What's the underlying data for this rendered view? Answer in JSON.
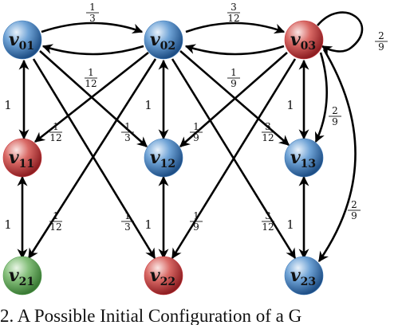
{
  "nodes": [
    {
      "id": "v01",
      "label": "v",
      "sub": "01",
      "color": "#3b77b6"
    },
    {
      "id": "v02",
      "label": "v",
      "sub": "02",
      "color": "#3b77b6"
    },
    {
      "id": "v03",
      "label": "v",
      "sub": "03",
      "color": "#c8353a"
    },
    {
      "id": "v11",
      "label": "v",
      "sub": "11",
      "color": "#c8353a"
    },
    {
      "id": "v12",
      "label": "v",
      "sub": "12",
      "color": "#3b77b6"
    },
    {
      "id": "v13",
      "label": "v",
      "sub": "13",
      "color": "#3b77b6"
    },
    {
      "id": "v21",
      "label": "v",
      "sub": "21",
      "color": "#4f9a4a"
    },
    {
      "id": "v22",
      "label": "v",
      "sub": "22",
      "color": "#c8353a"
    },
    {
      "id": "v23",
      "label": "v",
      "sub": "23",
      "color": "#3b77b6"
    }
  ],
  "edge_labels": [
    {
      "id": "l-01-02",
      "num": "1",
      "den": "3"
    },
    {
      "id": "l-02-03",
      "num": "3",
      "den": "12"
    },
    {
      "id": "l-03-loop",
      "num": "2",
      "den": "9"
    },
    {
      "id": "l-02-11",
      "num": "1",
      "den": "12"
    },
    {
      "id": "l-03-12",
      "num": "1",
      "den": "9"
    },
    {
      "id": "l-01-11",
      "num": "1",
      "den": ""
    },
    {
      "id": "l-02-12",
      "num": "1",
      "den": ""
    },
    {
      "id": "l-03-13",
      "num": "1",
      "den": ""
    },
    {
      "id": "l-03-13b",
      "num": "2",
      "den": "9"
    },
    {
      "id": "l-11-02",
      "num": "1",
      "den": "12"
    },
    {
      "id": "l-12-01",
      "num": "1",
      "den": "3"
    },
    {
      "id": "l-12-03",
      "num": "1",
      "den": "9"
    },
    {
      "id": "l-13-02",
      "num": "3",
      "den": "12"
    },
    {
      "id": "l-11-21",
      "num": "1",
      "den": ""
    },
    {
      "id": "l-21-02",
      "num": "1",
      "den": "12"
    },
    {
      "id": "l-22-01",
      "num": "1",
      "den": "3"
    },
    {
      "id": "l-12-22",
      "num": "1",
      "den": ""
    },
    {
      "id": "l-22-03",
      "num": "1",
      "den": "9"
    },
    {
      "id": "l-23-02",
      "num": "3",
      "den": "12"
    },
    {
      "id": "l-13-23",
      "num": "1",
      "den": ""
    },
    {
      "id": "l-23-03",
      "num": "2",
      "den": "9"
    }
  ],
  "caption": "2.  A Possible Initial Configuration of a G"
}
